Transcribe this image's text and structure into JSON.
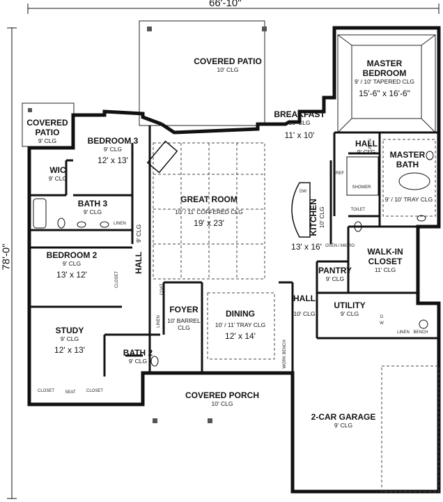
{
  "dimensions": {
    "width": "66'-10\"",
    "depth": "78'-0\""
  },
  "rooms": {
    "covered_patio_main": {
      "name": "COVERED PATIO",
      "clg": "10' CLG"
    },
    "master_bedroom": {
      "name1": "MASTER",
      "name2": "BEDROOM",
      "clg": "9' / 10' TAPERED CLG",
      "size": "15'-6\" x 16'-6\""
    },
    "breakfast": {
      "name": "BREAKFAST",
      "clg": "10' CLG",
      "size": "11' x 10'"
    },
    "covered_patio_side": {
      "name1": "COVERED",
      "name2": "PATIO",
      "clg": "9' CLG"
    },
    "bedroom3": {
      "name": "BEDROOM 3",
      "clg": "9' CLG",
      "size": "12' x 13'"
    },
    "wic": {
      "name": "WIC",
      "clg": "9' CLG"
    },
    "bath3": {
      "name": "BATH 3",
      "clg": "9' CLG"
    },
    "great_room": {
      "name": "GREAT ROOM",
      "clg": "10' / 11' COFFERED CLG",
      "size": "19' x 23'"
    },
    "hall_upper": {
      "name": "HALL",
      "clg": "9' CLG"
    },
    "master_bath": {
      "name1": "MASTER",
      "name2": "BATH",
      "clg": "9' / 10' TRAY CLG"
    },
    "kitchen": {
      "name": "KITCHEN",
      "clg": "10' CLG",
      "size": "13' x 16'"
    },
    "bedroom2": {
      "name": "BEDROOM 2",
      "clg": "9' CLG",
      "size": "13' x 12'"
    },
    "hall_left": {
      "name": "HALL",
      "clg": "9' CLG"
    },
    "walkin_closet": {
      "name1": "WALK-IN",
      "name2": "CLOSET",
      "clg": "11' CLG"
    },
    "pantry": {
      "name": "PANTRY",
      "clg": "9' CLG"
    },
    "hall_center": {
      "name": "HALL",
      "clg": "10' CLG"
    },
    "utility": {
      "name": "UTILITY",
      "clg": "9' CLG"
    },
    "foyer": {
      "name": "FOYER",
      "clg1": "10' BARREL",
      "clg2": "CLG"
    },
    "dining": {
      "name": "DINING",
      "clg": "10' / 11' TRAY CLG",
      "size": "12' x 14'"
    },
    "study": {
      "name": "STUDY",
      "clg": "9' CLG",
      "size": "12' x 13'"
    },
    "bath2": {
      "name": "BATH 2",
      "clg": "9' CLG"
    },
    "covered_porch": {
      "name": "COVERED PORCH",
      "clg": "10' CLG"
    },
    "garage": {
      "name": "2-CAR GARAGE",
      "clg": "9' CLG"
    }
  },
  "fixtures": {
    "linen": "LINEN",
    "shower": "SHOWER",
    "toilet": "TOILET",
    "oven_micro": "OVEN / MICRO",
    "coat": "COAT",
    "closet": "CLOSET",
    "seat": "SEAT",
    "bench": "BENCH",
    "work_bench": "WORK BENCH",
    "dw": "DW",
    "w": "W",
    "d": "D",
    "refrigerator": "REF"
  }
}
